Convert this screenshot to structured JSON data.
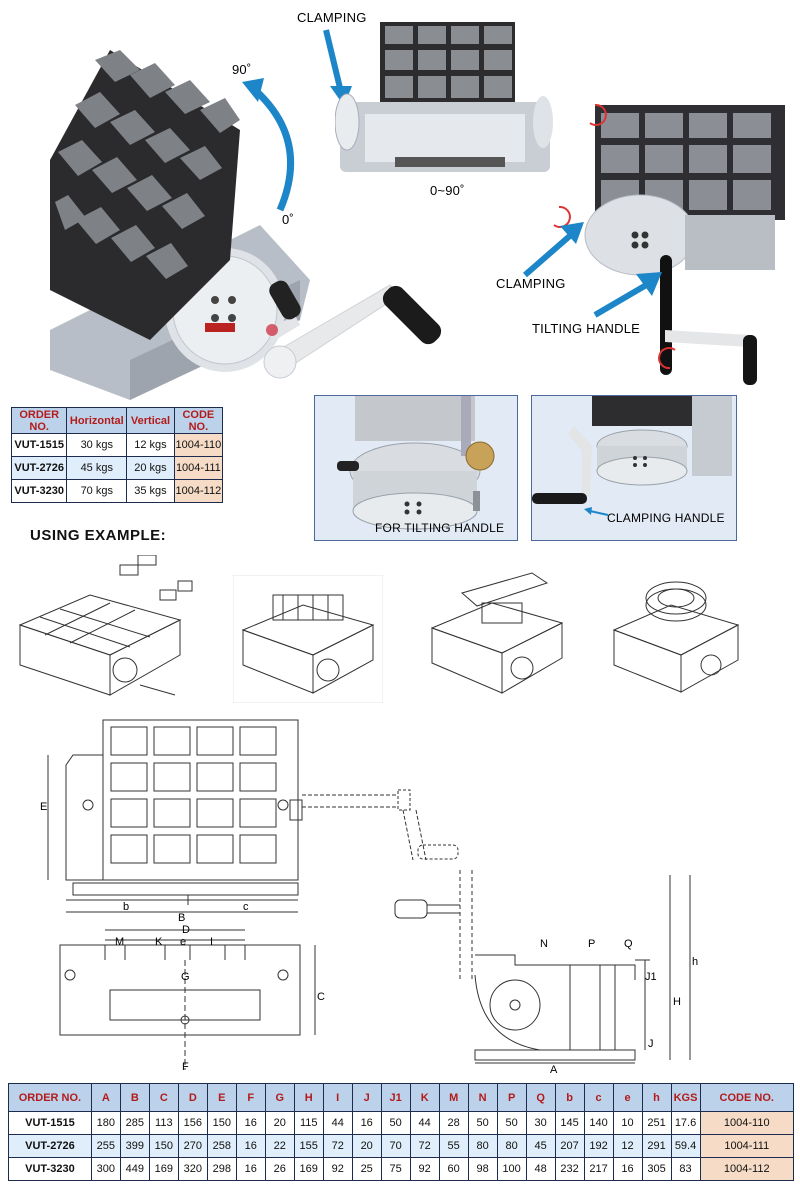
{
  "labels": {
    "clamping_top": "CLAMPING",
    "angle_90": "90˚",
    "angle_0": "0˚",
    "range": "0~90˚",
    "clamping_right": "CLAMPING",
    "tilting_handle": "TILTING  HANDLE",
    "for_tilting_handle": "FOR TILTING HANDLE",
    "clamping_handle": "CLAMPING HANDLE",
    "brand_plate": "",
    "using_example": "USING EXAMPLE:"
  },
  "table1": {
    "headers": [
      "ORDER NO.",
      "Horizontal",
      "Vertical",
      "CODE NO."
    ],
    "rows": [
      [
        "VUT-1515",
        "30 kgs",
        "12 kgs",
        "1004-110"
      ],
      [
        "VUT-2726",
        "45 kgs",
        "20 kgs",
        "1004-111"
      ],
      [
        "VUT-3230",
        "70 kgs",
        "35 kgs",
        "1004-112"
      ]
    ]
  },
  "drawing_labels": {
    "E": "E",
    "b": "b",
    "c": "c",
    "B": "B",
    "D": "D",
    "M": "M",
    "K": "K",
    "e": "e",
    "I": "I",
    "G": "G",
    "C": "C",
    "F": "F",
    "N": "N",
    "P": "P",
    "Q": "Q",
    "J1": "J1",
    "H": "H",
    "h": "h",
    "J": "J",
    "A": "A"
  },
  "table2": {
    "headers": [
      "ORDER NO.",
      "A",
      "B",
      "C",
      "D",
      "E",
      "F",
      "G",
      "H",
      "I",
      "J",
      "J1",
      "K",
      "M",
      "N",
      "P",
      "Q",
      "b",
      "c",
      "e",
      "h",
      "KGS",
      "CODE NO."
    ],
    "rows": [
      [
        "VUT-1515",
        "180",
        "285",
        "113",
        "156",
        "150",
        "16",
        "20",
        "115",
        "44",
        "16",
        "50",
        "44",
        "28",
        "50",
        "50",
        "30",
        "145",
        "140",
        "10",
        "251",
        "17.6",
        "1004-110"
      ],
      [
        "VUT-2726",
        "255",
        "399",
        "150",
        "270",
        "258",
        "16",
        "22",
        "155",
        "72",
        "20",
        "70",
        "72",
        "55",
        "80",
        "80",
        "45",
        "207",
        "192",
        "12",
        "291",
        "59.4",
        "1004-111"
      ],
      [
        "VUT-3230",
        "300",
        "449",
        "169",
        "320",
        "298",
        "16",
        "26",
        "169",
        "92",
        "25",
        "75",
        "92",
        "60",
        "98",
        "100",
        "48",
        "232",
        "217",
        "16",
        "305",
        "83",
        "1004-112"
      ]
    ]
  },
  "colors": {
    "arrow_blue": "#1d86c8",
    "table_header_bg": "#bcd2ea",
    "table_header_text": "#b31b1b",
    "code_bg": "#f6dcc6",
    "frame_bg": "#e4eef8"
  }
}
